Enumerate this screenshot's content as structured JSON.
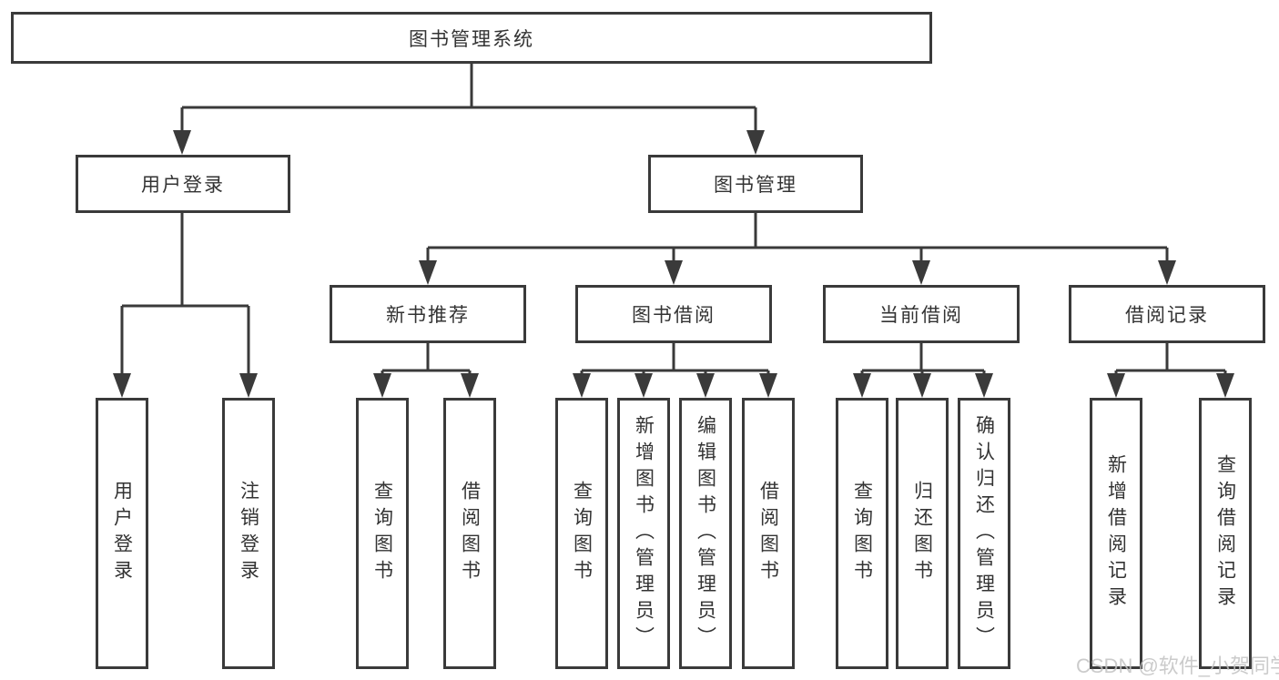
{
  "root": {
    "label": "图书管理系统"
  },
  "user_branch": {
    "label": "用户登录",
    "children": [
      {
        "label": "用户登录"
      },
      {
        "label": "注销登录"
      }
    ]
  },
  "book_branch": {
    "label": "图书管理",
    "groups": [
      {
        "label": "新书推荐",
        "children": [
          {
            "label": "查询图书"
          },
          {
            "label": "借阅图书"
          }
        ]
      },
      {
        "label": "图书借阅",
        "children": [
          {
            "label": "查询图书"
          },
          {
            "label": "新增图书（管理员）"
          },
          {
            "label": "编辑图书（管理员）"
          },
          {
            "label": "借阅图书"
          }
        ]
      },
      {
        "label": "当前借阅",
        "children": [
          {
            "label": "查询图书"
          },
          {
            "label": "归还图书"
          },
          {
            "label": "确认归还（管理员）"
          }
        ]
      },
      {
        "label": "借阅记录",
        "children": [
          {
            "label": "新增借阅记录"
          },
          {
            "label": "查询借阅记录"
          }
        ]
      }
    ]
  },
  "watermark": {
    "text": "CSDN @软件_小贺同学"
  },
  "colors": {
    "line": "#3a3a3a",
    "text": "#333333",
    "background": "#ffffff",
    "watermark": "#c2c2c2"
  }
}
